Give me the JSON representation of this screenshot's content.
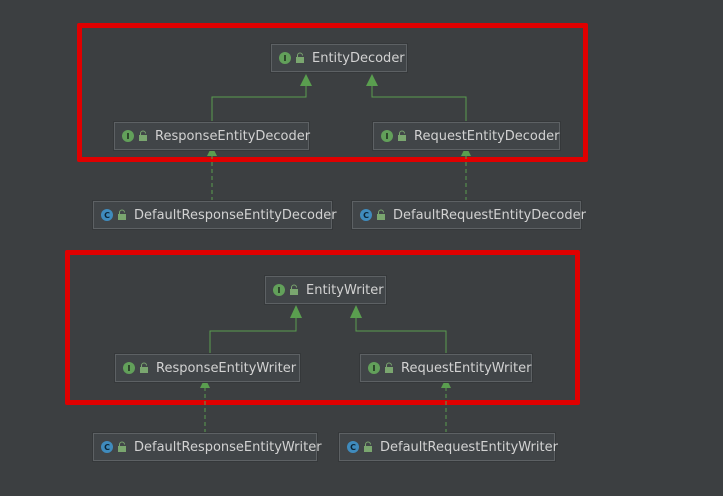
{
  "colors": {
    "background": "#3c3f41",
    "highlight": "#e00000",
    "edge": "#5a9e4f",
    "interface_badge": "#62a05a",
    "class_badge": "#3f8bbd"
  },
  "nodes": {
    "entity_decoder": {
      "label": "EntityDecoder",
      "kind": "I"
    },
    "response_entity_decoder": {
      "label": "ResponseEntityDecoder",
      "kind": "I"
    },
    "request_entity_decoder": {
      "label": "RequestEntityDecoder",
      "kind": "I"
    },
    "default_response_entity_decoder": {
      "label": "DefaultResponseEntityDecoder",
      "kind": "C"
    },
    "default_request_entity_decoder": {
      "label": "DefaultRequestEntityDecoder",
      "kind": "C"
    },
    "entity_writer": {
      "label": "EntityWriter",
      "kind": "I"
    },
    "response_entity_writer": {
      "label": "ResponseEntityWriter",
      "kind": "I"
    },
    "request_entity_writer": {
      "label": "RequestEntityWriter",
      "kind": "I"
    },
    "default_response_entity_writer": {
      "label": "DefaultResponseEntityWriter",
      "kind": "C"
    },
    "default_request_entity_writer": {
      "label": "DefaultRequestEntityWriter",
      "kind": "C"
    }
  },
  "edges": [
    {
      "from": "response_entity_decoder",
      "to": "entity_decoder",
      "type": "extends"
    },
    {
      "from": "request_entity_decoder",
      "to": "entity_decoder",
      "type": "extends"
    },
    {
      "from": "default_response_entity_decoder",
      "to": "response_entity_decoder",
      "type": "implements"
    },
    {
      "from": "default_request_entity_decoder",
      "to": "request_entity_decoder",
      "type": "implements"
    },
    {
      "from": "response_entity_writer",
      "to": "entity_writer",
      "type": "extends"
    },
    {
      "from": "request_entity_writer",
      "to": "entity_writer",
      "type": "extends"
    },
    {
      "from": "default_response_entity_writer",
      "to": "response_entity_writer",
      "type": "implements"
    },
    {
      "from": "default_request_entity_writer",
      "to": "request_entity_writer",
      "type": "implements"
    }
  ]
}
